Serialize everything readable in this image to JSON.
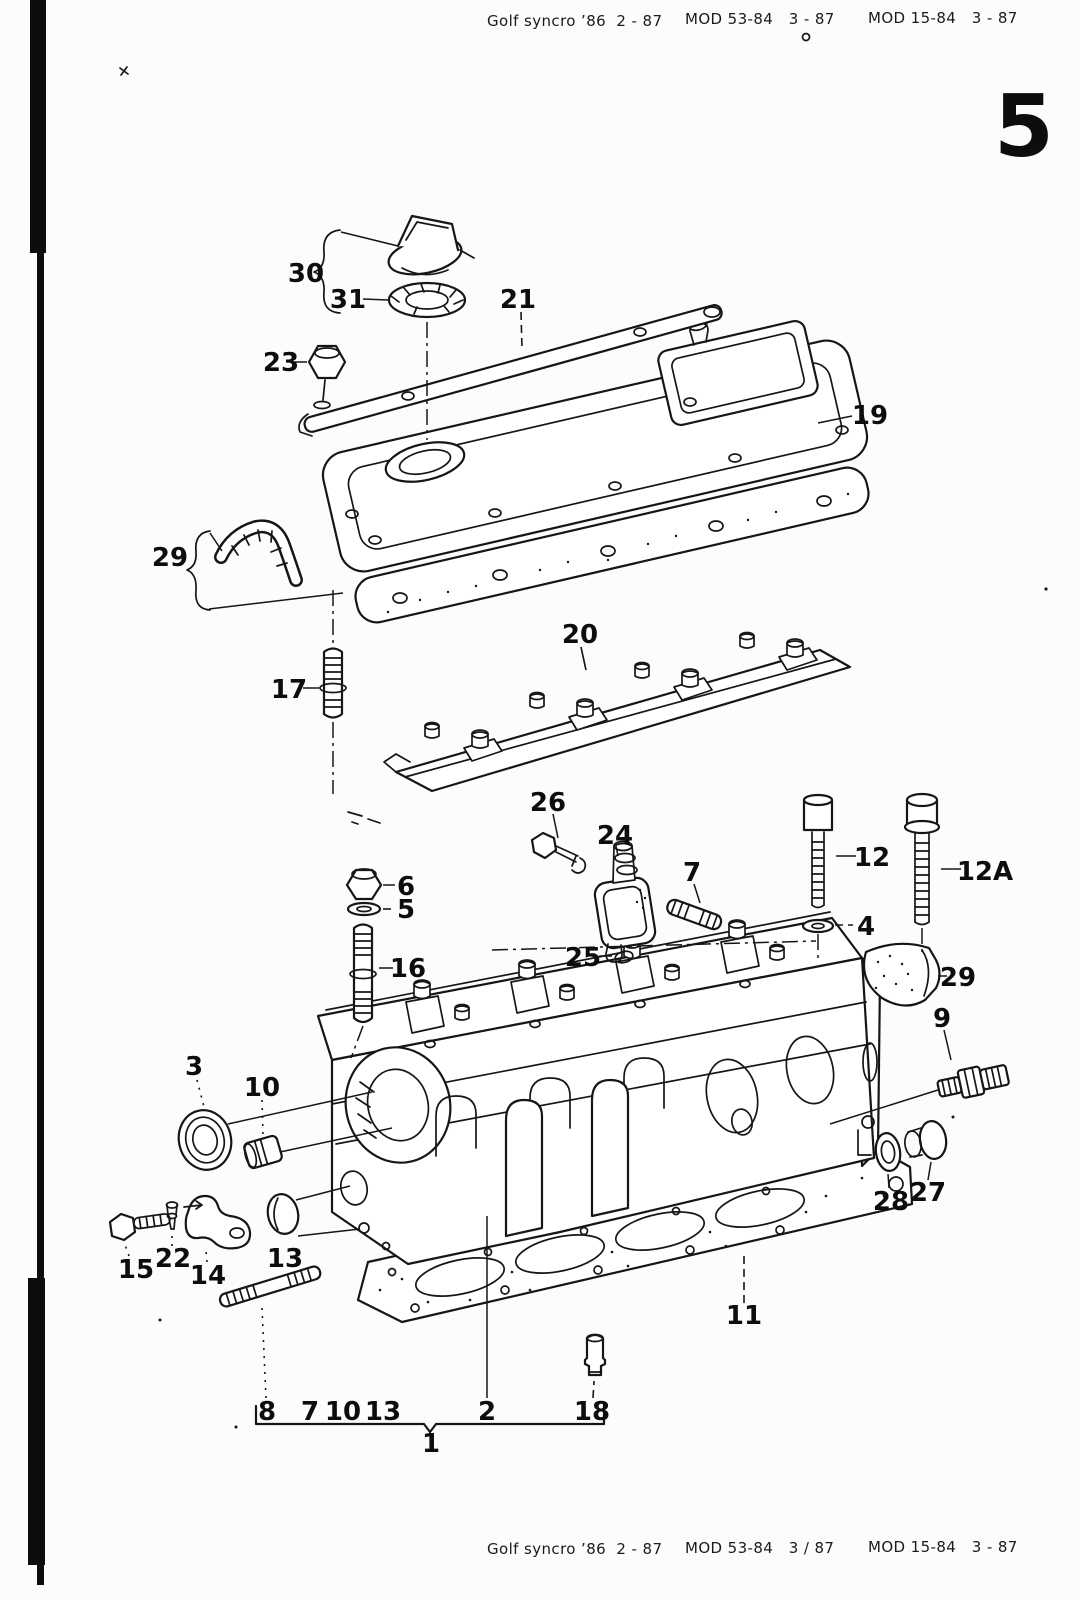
{
  "page": {
    "header": {
      "model": "Golf syncro ’86  2 - 87",
      "mod_a": "MOD 53-84   3 - 87",
      "mod_b": "MOD 15-84   3 - 87"
    },
    "footer": {
      "model": "Golf syncro ’86  2 - 87",
      "mod_a": "MOD 53-84   3 / 87",
      "mod_b": "MOD 15-84   3 - 87"
    },
    "section_number": "5"
  },
  "diagram": {
    "callouts": {
      "c30": "30",
      "c31": "31",
      "c23": "23",
      "c21": "21",
      "c19": "19",
      "c29_left": "29",
      "c17": "17",
      "c20": "20",
      "c26": "26",
      "c24": "24",
      "c6": "6",
      "c5": "5",
      "c16": "16",
      "c25": "25",
      "c7": "7",
      "c12": "12",
      "c12a": "12A",
      "c4": "4",
      "c29_right": "29",
      "c9": "9",
      "c3": "3",
      "c10": "10",
      "c28": "28",
      "c27": "27",
      "c15": "15",
      "c22": "22",
      "c14": "14",
      "c13": "13",
      "c11": "11",
      "b8": "8",
      "b7": "7",
      "b10": "10",
      "b13": "13",
      "b2": "2",
      "b18": "18",
      "b1": "1"
    }
  }
}
